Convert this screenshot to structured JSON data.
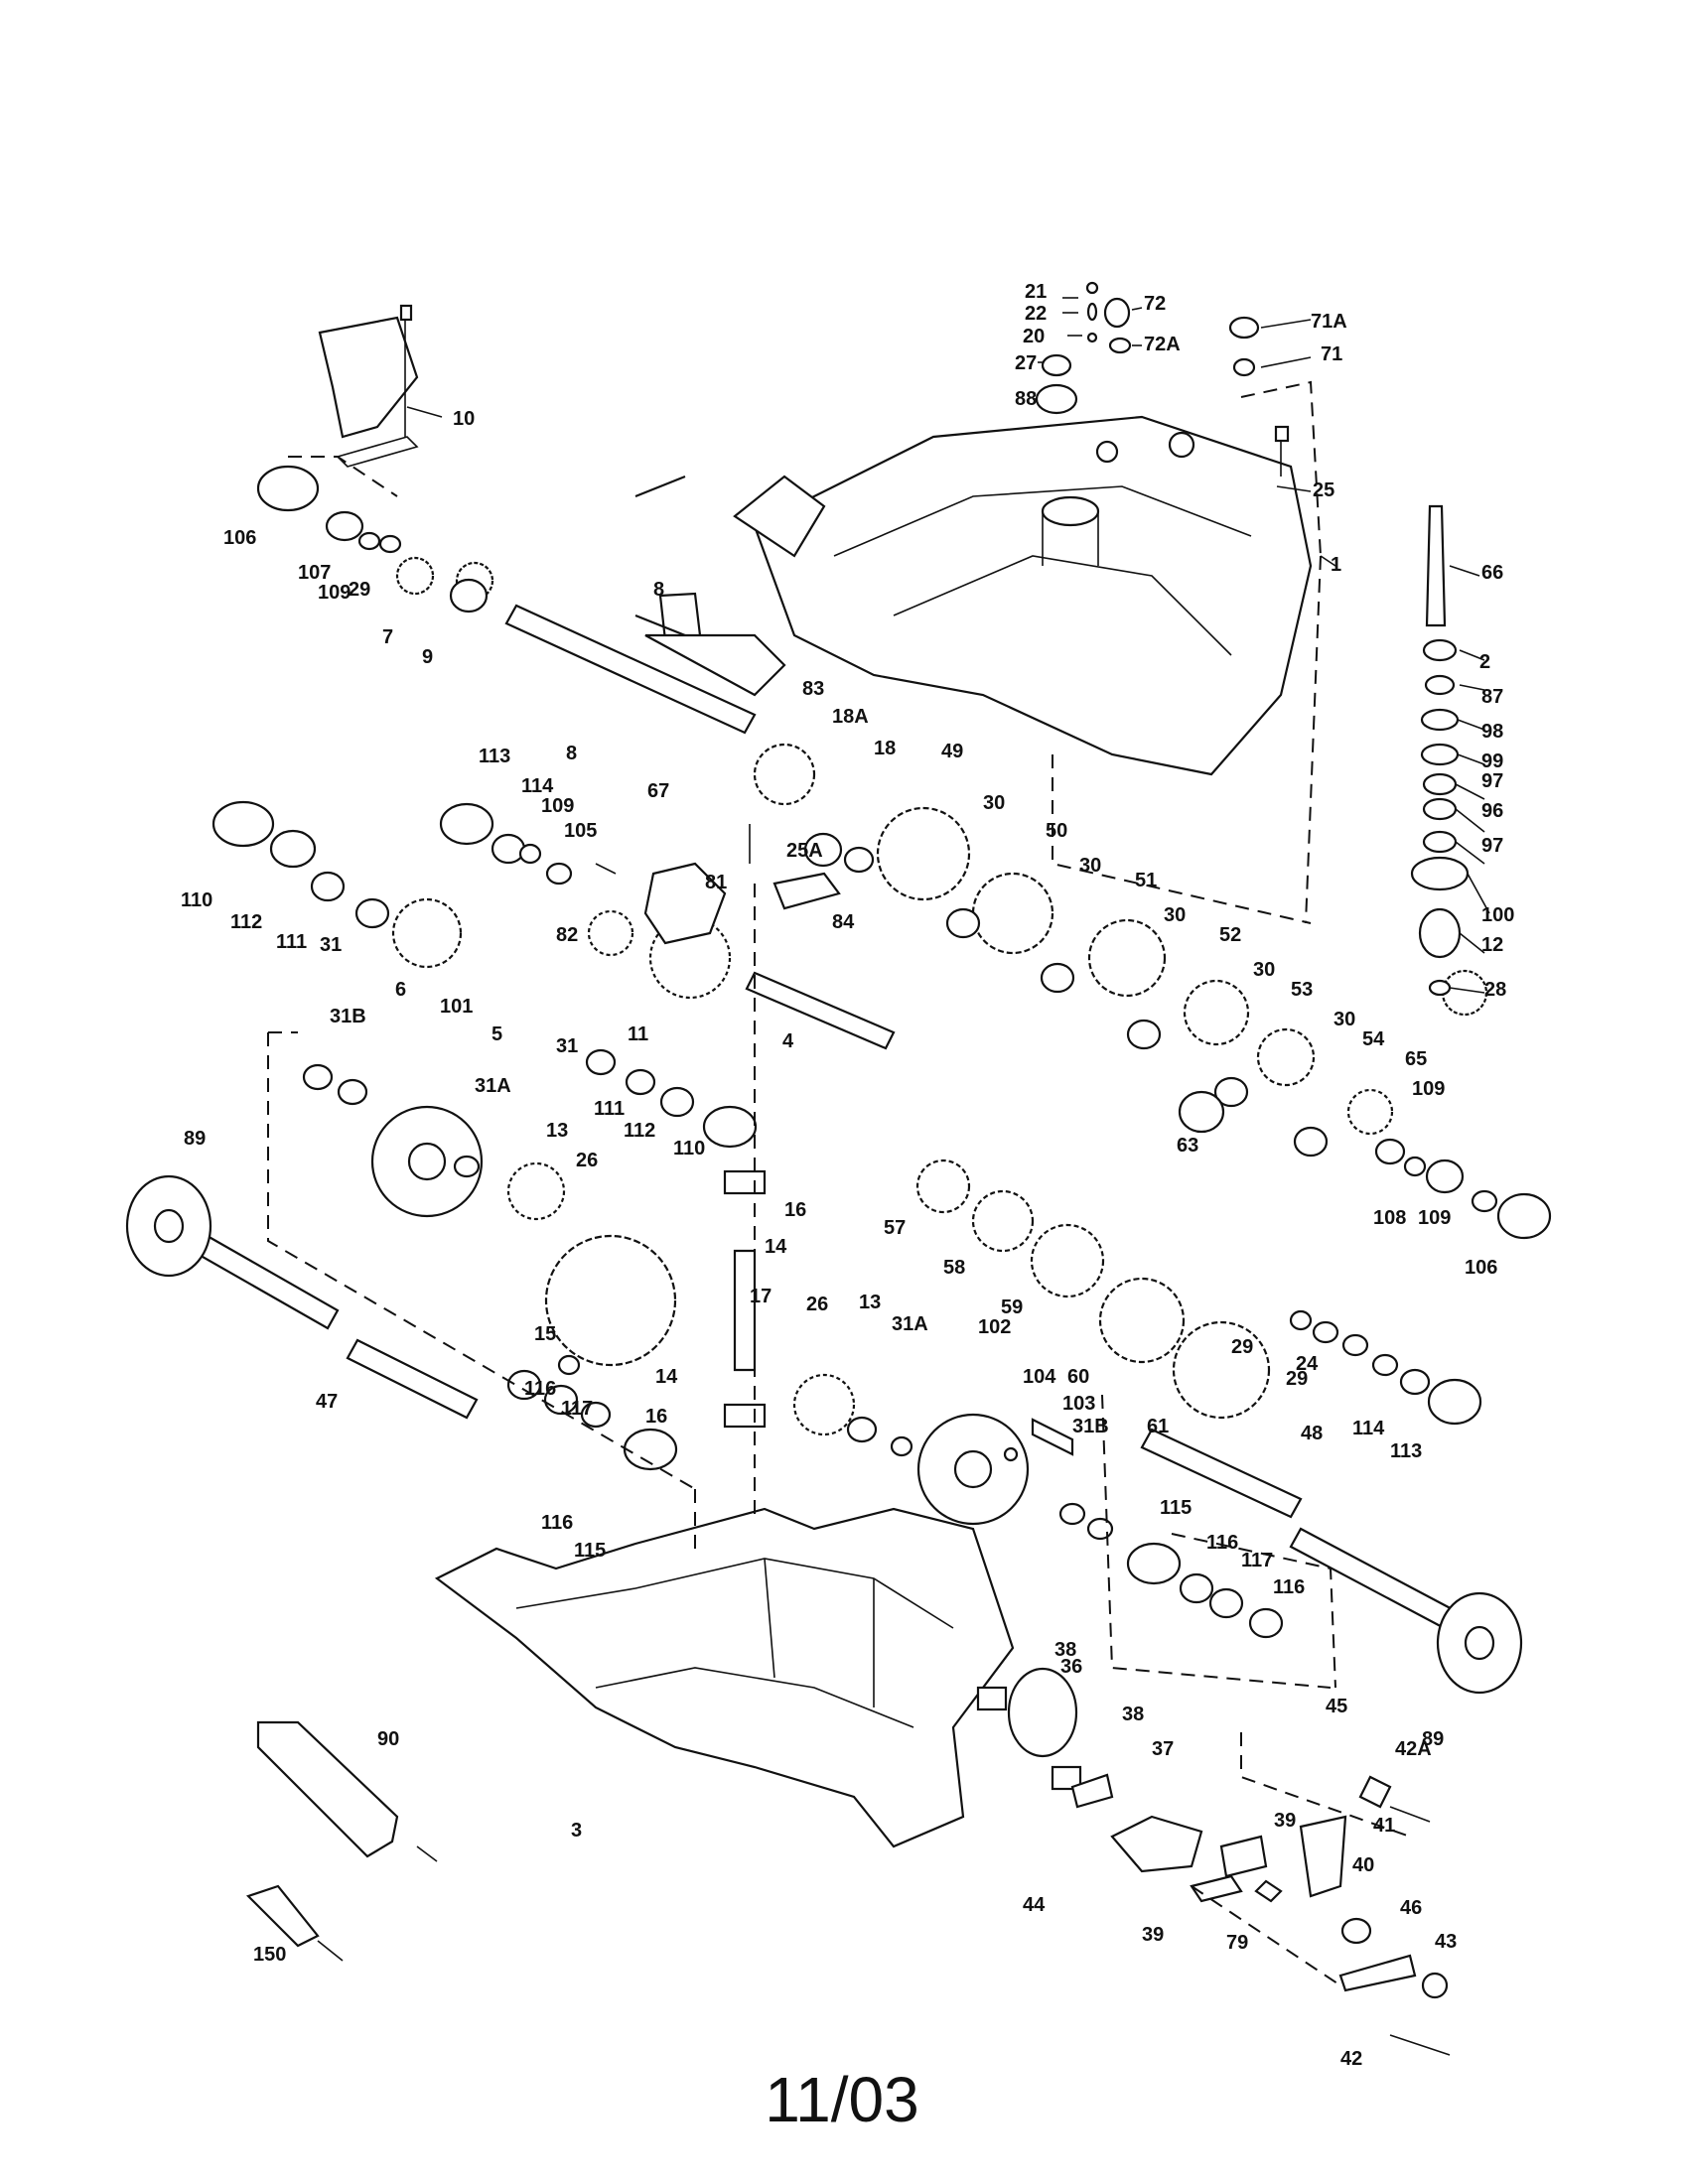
{
  "diagram": {
    "date_code": "11/03",
    "callouts": [
      "1",
      "2",
      "3",
      "4",
      "5",
      "6",
      "7",
      "8",
      "8",
      "9",
      "10",
      "11",
      "12",
      "13",
      "13",
      "14",
      "14",
      "15",
      "16",
      "16",
      "17",
      "18",
      "18A",
      "20",
      "21",
      "22",
      "24",
      "25",
      "25A",
      "26",
      "26",
      "27",
      "28",
      "29",
      "29",
      "29",
      "30",
      "30",
      "30",
      "30",
      "30",
      "31",
      "31",
      "31A",
      "31A",
      "31B",
      "31B",
      "36",
      "37",
      "38",
      "38",
      "39",
      "39",
      "40",
      "41",
      "42",
      "42A",
      "43",
      "44",
      "45",
      "46",
      "47",
      "48",
      "49",
      "50",
      "51",
      "52",
      "53",
      "54",
      "57",
      "58",
      "59",
      "60",
      "61",
      "63",
      "65",
      "66",
      "67",
      "71",
      "71A",
      "72",
      "72A",
      "79",
      "81",
      "82",
      "83",
      "84",
      "87",
      "88",
      "89",
      "89",
      "90",
      "96",
      "97",
      "97",
      "98",
      "99",
      "100",
      "101",
      "102",
      "103",
      "104",
      "105",
      "106",
      "106",
      "107",
      "108",
      "109",
      "109",
      "109",
      "109",
      "110",
      "110",
      "111",
      "111",
      "112",
      "112",
      "113",
      "113",
      "114",
      "114",
      "115",
      "115",
      "116",
      "116",
      "116",
      "116",
      "117",
      "117",
      "150"
    ]
  }
}
